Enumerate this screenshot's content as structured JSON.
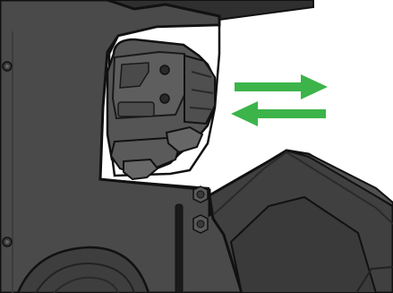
{
  "diagram": {
    "subject": "mechanical-latch-assembly",
    "colors": {
      "background": "#ffffff",
      "housing": "#4a4a4a",
      "housing_dark": "#2f2f2f",
      "outline": "#111111",
      "latch": "#555555",
      "latch_highlight": "#6a6a6a",
      "arrow": "#3cb44a"
    },
    "arrows": [
      {
        "id": "arrow-right",
        "direction": "right"
      },
      {
        "id": "arrow-left",
        "direction": "left"
      }
    ],
    "icons": {
      "bolt": "hex-bolt-icon",
      "screw": "small-screw-icon"
    }
  }
}
